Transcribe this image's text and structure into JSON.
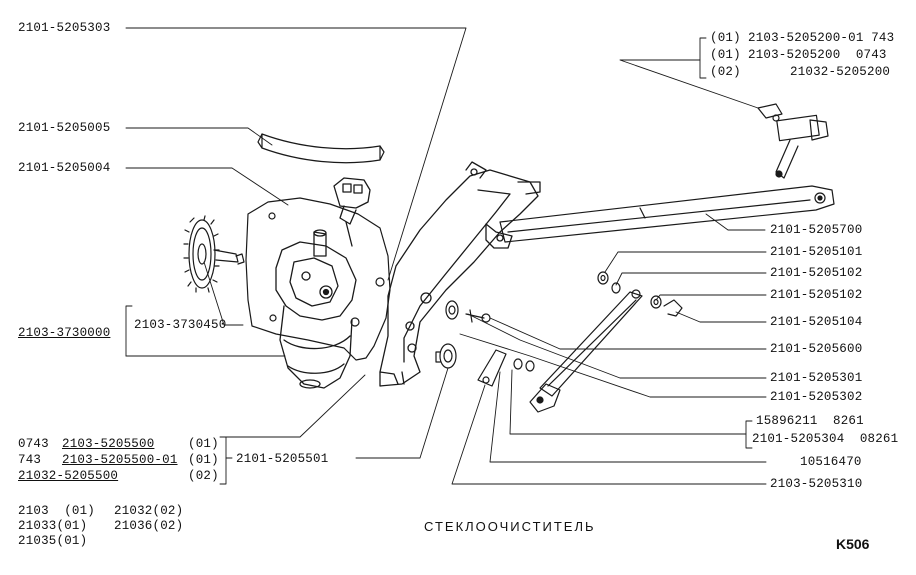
{
  "callouts": {
    "top_left": "2101-5205303",
    "strip": "2101-5205005",
    "bracket": "2101-5205004",
    "motor_asm": "2103-3730000",
    "gear": "2103-3730450",
    "arm_long": "2101-5205700",
    "washer_a": "2101-5205101",
    "washer_b": "2101-5205102",
    "washer_c": "2101-5205102",
    "clip": "2101-5205104",
    "bolt": "2101-5205600",
    "bush_a": "2101-5205301",
    "bush_b": "2101-5205302",
    "nut_pair_1": "15896211  8261",
    "nut_pair_2": "2101-5205304  08261",
    "small_bolt": "10516470",
    "lever": "2103-5205310",
    "mount_block": "2101-5205501"
  },
  "top_right_group": [
    {
      "variant": "(01)",
      "part": "2103-5205200-01 743"
    },
    {
      "variant": "(01)",
      "part": "2103-5205200  0743"
    },
    {
      "variant": "(02)",
      "part": "21032-5205200"
    }
  ],
  "bottom_left_group": [
    {
      "prefix": "0743",
      "part": "2103-5205500",
      "variant": "(01)"
    },
    {
      "prefix": "743",
      "part": "2103-5205500-01",
      "variant": "(01)"
    },
    {
      "prefix": "",
      "part": "21032-5205500",
      "variant": "(02)"
    }
  ],
  "models": [
    [
      "2103  (01)",
      "21032(02)"
    ],
    [
      "21033(01)",
      "21036(02)"
    ],
    [
      "21035(01)",
      ""
    ]
  ],
  "title": "СТЕКЛООЧИСТИТЕЛЬ",
  "sheet_code": "K506"
}
